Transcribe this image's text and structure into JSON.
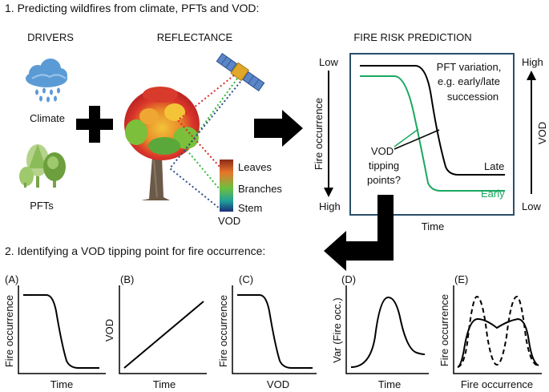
{
  "section1": {
    "title": "1. Predicting wildfires from climate, PFTs and VOD:"
  },
  "section2": {
    "title": "2. Identifying a VOD tipping point for fire occurrence:"
  },
  "drivers": {
    "heading": "DRIVERS",
    "climate_label": "Climate",
    "pfts_label": "PFTs"
  },
  "reflectance": {
    "heading": "REFLECTANCE",
    "bands": [
      "Leaves",
      "Branches",
      "Stem"
    ],
    "vod_label": "VOD"
  },
  "prediction": {
    "heading": "FIRE RISK PREDICTION",
    "y_low": "Low",
    "y_high": "High",
    "y_axis_label": "Fire occurrence",
    "x_axis_label": "Time",
    "right_high": "High",
    "right_low": "Low",
    "right_axis_label": "VOD",
    "pft_note_line1": "PFT variation,",
    "pft_note_line2": "e.g. early/late",
    "pft_note_line3": "succession",
    "tipping_line1": "VOD",
    "tipping_line2": "tipping",
    "tipping_line3": "points?",
    "late_label": "Late",
    "early_label": "Early"
  },
  "panels": [
    {
      "letter": "(A)",
      "ylabel": "Fire occurrence",
      "xlabel": "Time"
    },
    {
      "letter": "(B)",
      "ylabel": "VOD",
      "xlabel": "Time"
    },
    {
      "letter": "(C)",
      "ylabel": "Fire occurrence",
      "xlabel": "VOD"
    },
    {
      "letter": "(D)",
      "ylabel": "Var (Fire occ.)",
      "xlabel": "Time"
    },
    {
      "letter": "(E)",
      "ylabel": "Fire occurrence",
      "xlabel": "Fire occurrence"
    }
  ],
  "colors": {
    "early": "#1aa860",
    "late": "#000000",
    "box_border": "#2b4f6a"
  }
}
